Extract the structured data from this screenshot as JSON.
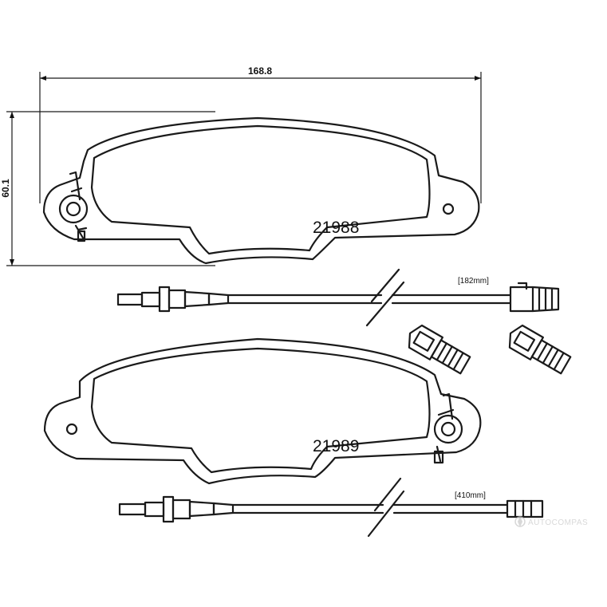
{
  "dimensions": {
    "width_label": "168.8",
    "height_label": "60.1"
  },
  "pads": [
    {
      "part_number": "21988",
      "wire_length_label": "[182mm]"
    },
    {
      "part_number": "21989",
      "wire_length_label": "[410mm]"
    }
  ],
  "watermark": {
    "text": "AUTOCOMPAS",
    "icon": "compass-logo-icon"
  }
}
